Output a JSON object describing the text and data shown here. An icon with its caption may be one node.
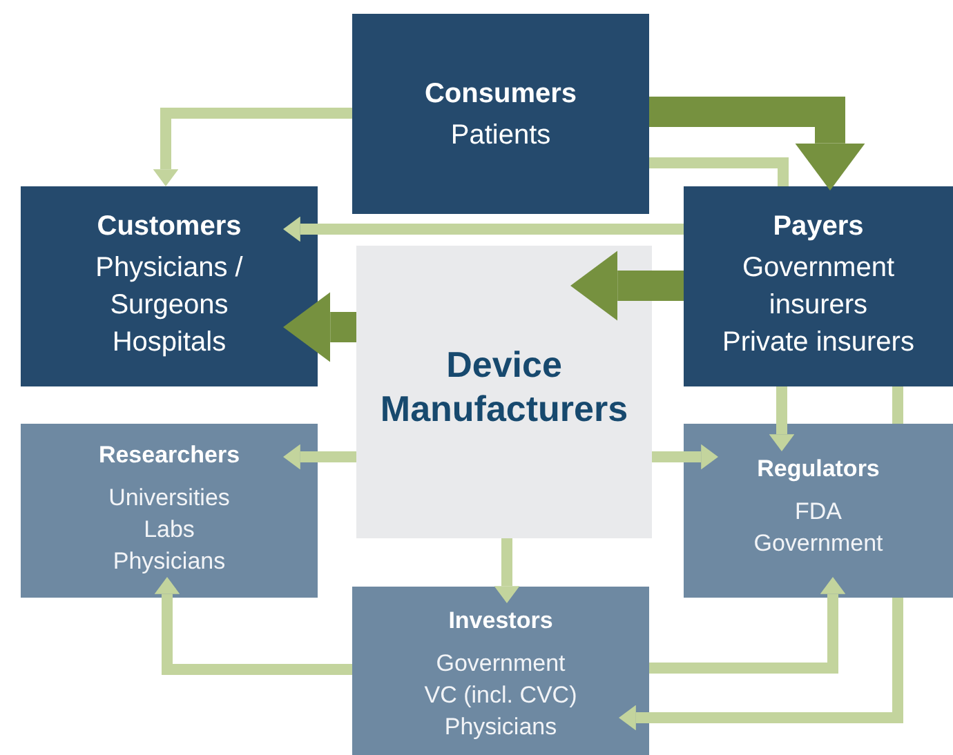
{
  "diagram": {
    "nodes": [
      {
        "text": [
          "Consumers",
          "Patients"
        ]
      },
      {
        "text": [
          "Customers",
          "Physicians / Surgeons",
          "Hospitals"
        ]
      },
      {
        "text": [
          "Payers",
          "Government insurers",
          "Private insurers"
        ]
      },
      {
        "text": [
          "Device Manufacturers"
        ]
      },
      {
        "text": [
          "Researchers",
          "Universities",
          "Labs",
          "Physicians"
        ]
      },
      {
        "text": [
          "Regulators",
          "FDA",
          "Government"
        ]
      },
      {
        "text": [
          "Investors",
          "Government",
          "VC (incl. CVC)",
          "Physicians"
        ]
      }
    ],
    "edges": [
      {
        "from": 0,
        "to": 1,
        "arrow": "to"
      },
      {
        "from": 0,
        "to": 2,
        "arrow": "to",
        "style": "thick",
        "color": "#76913f"
      },
      {
        "from": 0,
        "to": 2,
        "arrow": "none"
      },
      {
        "from": 2,
        "to": 1,
        "arrow": "to"
      },
      {
        "from": 2,
        "to": 3,
        "arrow": "to",
        "style": "thick",
        "color": "#76913f"
      },
      {
        "from": 3,
        "to": 1,
        "arrow": "to",
        "style": "thick",
        "color": "#76913f"
      },
      {
        "from": 3,
        "to": 4,
        "arrow": "to"
      },
      {
        "from": 3,
        "to": 5,
        "arrow": "to"
      },
      {
        "from": 3,
        "to": 6,
        "arrow": "to"
      },
      {
        "from": 2,
        "to": 5,
        "arrow": "to"
      },
      {
        "from": 2,
        "to": 5,
        "arrow": "none"
      },
      {
        "from": 6,
        "to": 4,
        "arrow": "to"
      },
      {
        "from": 6,
        "to": 5,
        "arrow": "to"
      },
      {
        "from": 5,
        "to": 6,
        "arrow": "to"
      }
    ]
  }
}
